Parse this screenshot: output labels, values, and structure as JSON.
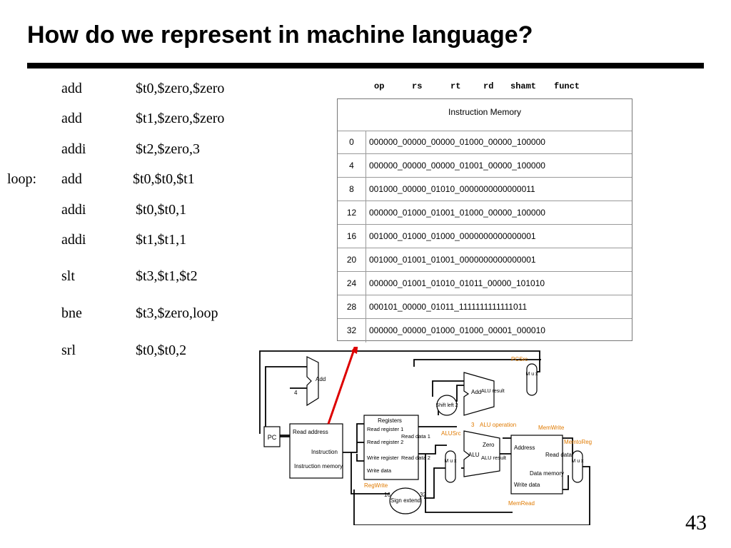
{
  "title": "How do we represent in machine language?",
  "code": [
    {
      "label": "",
      "op": "add",
      "args": "$t0,$zero,$zero"
    },
    {
      "label": "",
      "op": "add",
      "args": "$t1,$zero,$zero"
    },
    {
      "label": "",
      "op": "addi",
      "args": "$t2,$zero,3"
    },
    {
      "label": "loop:",
      "op": "add",
      "args": "$t0,$t0,$t1"
    },
    {
      "label": "",
      "op": "addi",
      "args": "$t0,$t0,1"
    },
    {
      "label": "",
      "op": "addi",
      "args": "$t1,$t1,1"
    },
    {
      "label": "",
      "op": "slt",
      "args": "$t3,$t1,$t2"
    },
    {
      "label": "",
      "op": "bne",
      "args": "$t3,$zero,loop"
    },
    {
      "label": "",
      "op": "srl",
      "args": "$t0,$t0,2"
    }
  ],
  "fields": [
    "op",
    "rs",
    "rt",
    "rd",
    "shamt",
    "funct"
  ],
  "imem": {
    "title": "Instruction Memory",
    "rows": [
      {
        "addr": "0",
        "bits": "000000_00000_00000_01000_00000_100000"
      },
      {
        "addr": "4",
        "bits": "000000_00000_00000_01001_00000_100000"
      },
      {
        "addr": "8",
        "bits": "001000_00000_01010_0000000000000011"
      },
      {
        "addr": "12",
        "bits": "000000_01000_01001_01000_00000_100000"
      },
      {
        "addr": "16",
        "bits": "001000_01000_01000_0000000000000001"
      },
      {
        "addr": "20",
        "bits": "001000_01001_01001_0000000000000001"
      },
      {
        "addr": "24",
        "bits": "000000_01001_01010_01011_00000_101010"
      },
      {
        "addr": "28",
        "bits": "000101_00000_01011_1111111111111011"
      },
      {
        "addr": "32",
        "bits": "000000_00000_01000_01000_00001_000010"
      }
    ]
  },
  "datapath": {
    "pc": "PC",
    "add_top": "Add",
    "four": "4",
    "pcsrc": "PCSrc",
    "mux": "M u x",
    "add_alu": "Add",
    "alu_result": "ALU result",
    "shift": "Shift left 2",
    "registers": "Registers",
    "read_reg1": "Read register 1",
    "read_reg2": "Read register 2",
    "write_reg": "Write register",
    "write_data": "Write data",
    "read_data1": "Read data 1",
    "read_data2": "Read data 2",
    "read_address": "Read address",
    "instruction": "Instruction",
    "instr_memory": "Instruction memory",
    "alusrc": "ALUSrc",
    "alu_op_num": "3",
    "alu_operation": "ALU operation",
    "memwrite": "MemWrite",
    "memtoreg": "MemtoReg",
    "zero": "Zero",
    "alu": "ALU",
    "address": "Address",
    "read_data": "Read data",
    "data_memory": "Data memory",
    "memread": "MemRead",
    "regwrite": "RegWrite",
    "sixteen": "16",
    "thirtytwo": "32",
    "sign_extend": "Sign extend",
    "control_color": "#e07a00",
    "arrow_color": "#dd0000"
  },
  "page_number": "43"
}
